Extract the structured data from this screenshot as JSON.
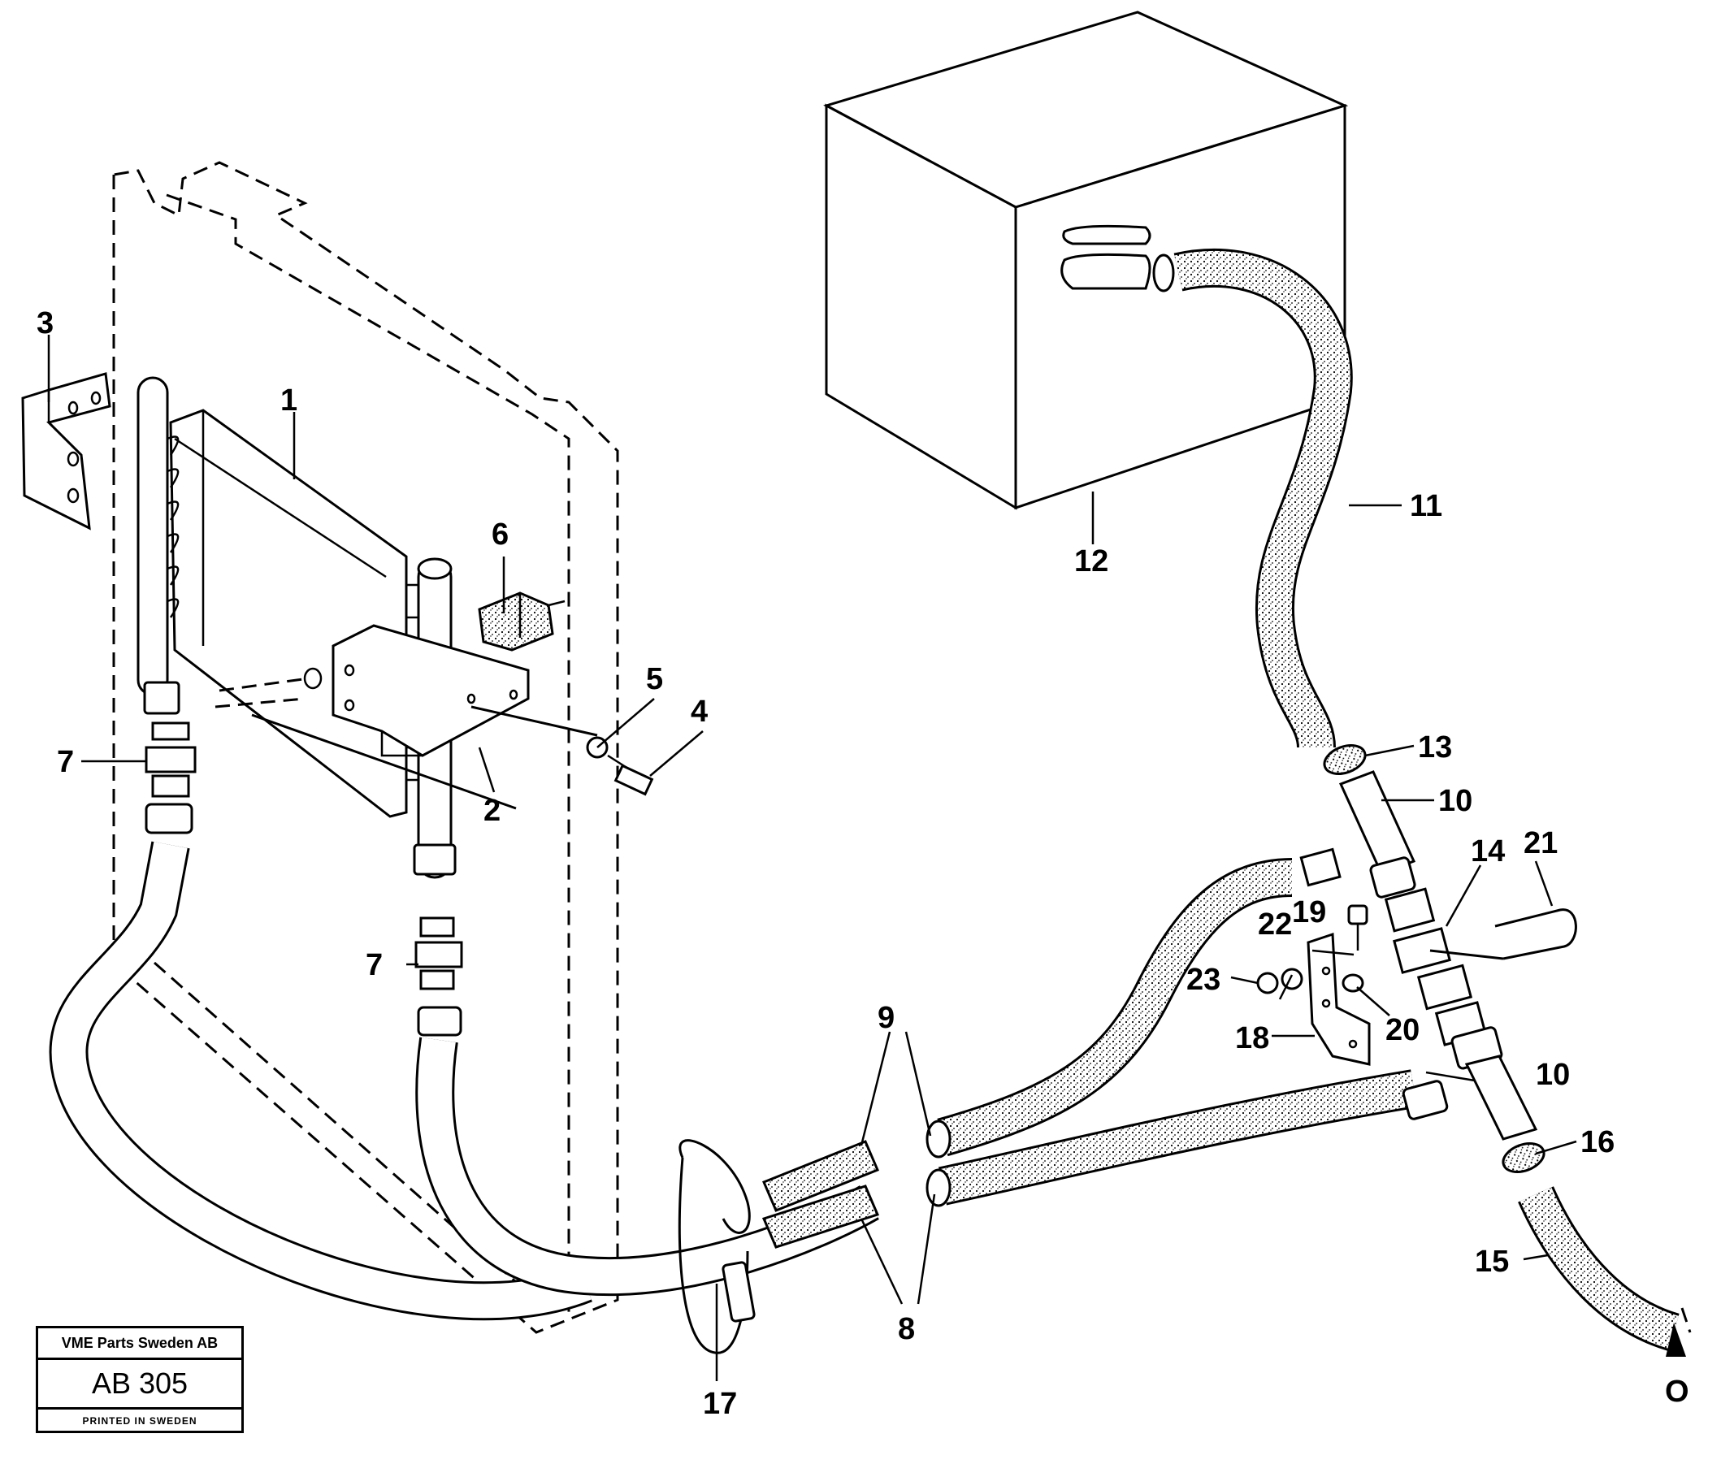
{
  "stamp": {
    "company": "VME Parts Sweden AB",
    "code": "AB 305",
    "printed": "PRINTED IN SWEDEN"
  },
  "callouts": {
    "c1": "1",
    "c2": "2",
    "c3": "3",
    "c4": "4",
    "c5": "5",
    "c6": "6",
    "c7a": "7",
    "c7b": "7",
    "c8": "8",
    "c9": "9",
    "c10a": "10",
    "c10b": "10",
    "c11": "11",
    "c12": "12",
    "c13": "13",
    "c14": "14",
    "c15": "15",
    "c16": "16",
    "c17": "17",
    "c18": "18",
    "c19": "19",
    "c20": "20",
    "c21": "21",
    "c22": "22",
    "c23": "23"
  },
  "direction_marker": "O"
}
